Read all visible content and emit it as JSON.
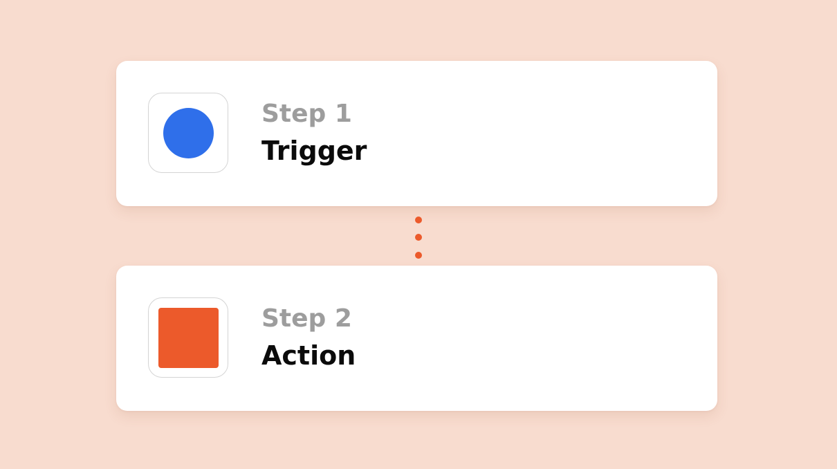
{
  "colors": {
    "background": "#f8dccf",
    "card": "#ffffff",
    "trigger_icon": "#2f6fea",
    "action_icon": "#ec5a2b",
    "connector": "#ec5a2b",
    "step_label": "#9d9d9d",
    "step_name": "#0b0b0b"
  },
  "steps": [
    {
      "label": "Step 1",
      "name": "Trigger",
      "icon": "blue-circle-icon"
    },
    {
      "label": "Step 2",
      "name": "Action",
      "icon": "orange-square-icon"
    }
  ],
  "connector": {
    "icon": "vertical-dots-connector",
    "dot_count": 3
  }
}
